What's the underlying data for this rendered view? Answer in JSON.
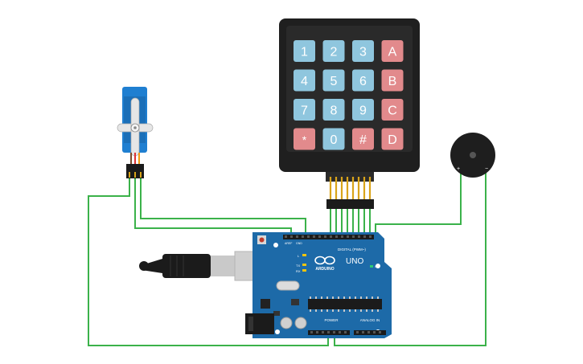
{
  "keypad": {
    "keys": [
      {
        "label": "1",
        "kind": "num"
      },
      {
        "label": "2",
        "kind": "num"
      },
      {
        "label": "3",
        "kind": "num"
      },
      {
        "label": "A",
        "kind": "letter"
      },
      {
        "label": "4",
        "kind": "num"
      },
      {
        "label": "5",
        "kind": "num"
      },
      {
        "label": "6",
        "kind": "num"
      },
      {
        "label": "B",
        "kind": "letter"
      },
      {
        "label": "7",
        "kind": "num"
      },
      {
        "label": "8",
        "kind": "num"
      },
      {
        "label": "9",
        "kind": "num"
      },
      {
        "label": "C",
        "kind": "letter"
      },
      {
        "label": "*",
        "kind": "letter"
      },
      {
        "label": "0",
        "kind": "num"
      },
      {
        "label": "#",
        "kind": "letter"
      },
      {
        "label": "D",
        "kind": "letter"
      }
    ],
    "colors": {
      "body": "#1f1f1f",
      "num": "#8fc6de",
      "letter": "#e28a8c",
      "text": "#ffffff",
      "pins": "#d9a41a"
    }
  },
  "arduino": {
    "logo_text": "ARDUINO",
    "model": "UNO",
    "digital_label": "DIGITAL (PWM~)",
    "power_label": "POWER",
    "analog_label": "ANALOG IN",
    "tx_label": "TX",
    "rx_label": "RX",
    "l_label": "L",
    "on_label": "ON",
    "aref_label": "AREF",
    "gnd_label": "GND",
    "colors": {
      "board": "#1d6aa8",
      "header": "#1b1b1b"
    }
  },
  "buzzer": {
    "plus": "+",
    "minus": "−"
  },
  "colors": {
    "wire": "#3bb24a",
    "servo": "#1f7fd1",
    "usb_metal": "#c9c9c9"
  }
}
